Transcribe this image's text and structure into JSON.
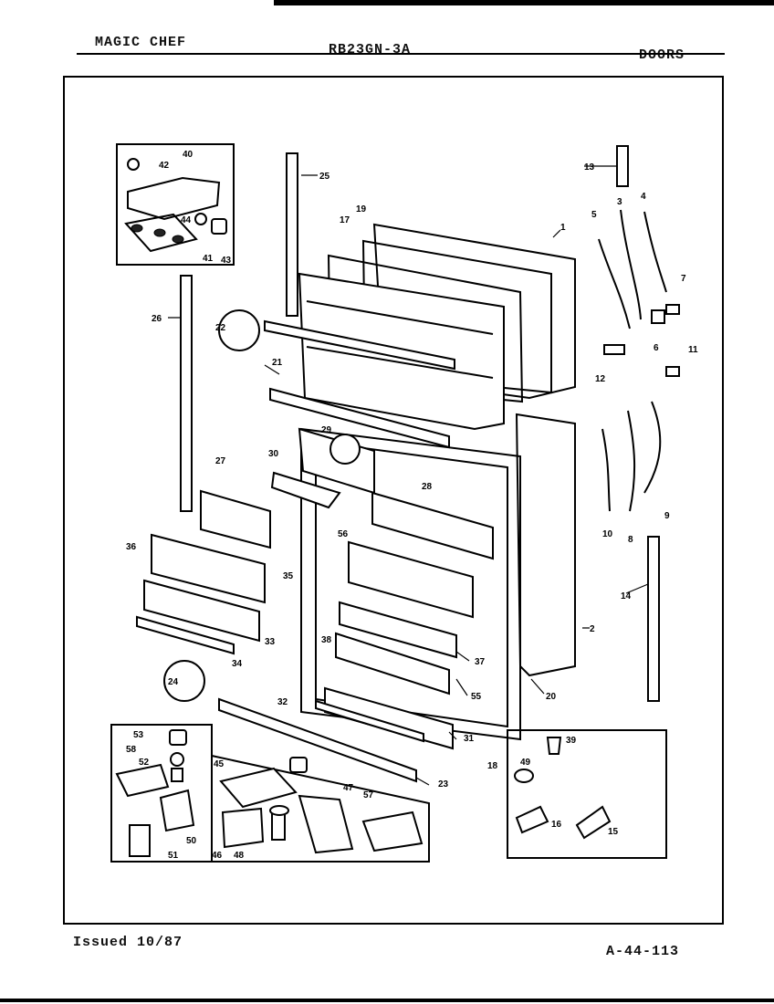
{
  "header": {
    "brand": "MAGIC CHEF",
    "model": "RB23GN-3A",
    "section": "DOORS"
  },
  "footer": {
    "issued": "Issued 10/87",
    "code": "A-44-113"
  },
  "labels": [
    "1",
    "2",
    "3",
    "4",
    "5",
    "6",
    "7",
    "8",
    "9",
    "10",
    "11",
    "12",
    "13",
    "14",
    "15",
    "16",
    "17",
    "18",
    "19",
    "20",
    "21",
    "22",
    "23",
    "24",
    "25",
    "26",
    "27",
    "28",
    "29",
    "30",
    "31",
    "32",
    "33",
    "34",
    "35",
    "36",
    "37",
    "38",
    "39",
    "40",
    "41",
    "42",
    "43",
    "44",
    "45",
    "46",
    "47",
    "48",
    "49",
    "50",
    "51",
    "52",
    "53",
    "55",
    "56",
    "57",
    "58"
  ]
}
